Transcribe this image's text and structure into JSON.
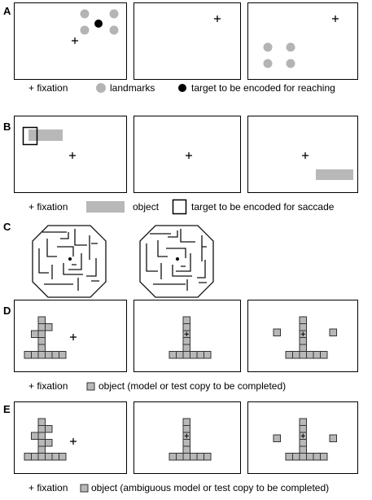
{
  "panels": {
    "A": {
      "label": "A",
      "legend": {
        "fixation": "+ fixation",
        "landmarks": "landmarks",
        "target": "target to be encoded for reaching"
      }
    },
    "B": {
      "label": "B",
      "legend": {
        "fixation": "+ fixation",
        "object": "object",
        "target": "target to be encoded for saccade"
      }
    },
    "C": {
      "label": "C"
    },
    "D": {
      "label": "D",
      "legend": {
        "fixation": "+ fixation",
        "object": "object (model or test copy to be completed)"
      }
    },
    "E": {
      "label": "E",
      "legend": {
        "fixation": "+ fixation",
        "object": "object (ambiguous model or test copy to be completed)"
      }
    }
  },
  "colors": {
    "landmark": "#b4b4b4",
    "target_dot": "#000000",
    "object_bar": "#b8b8b8",
    "block_fill": "#b8b8b8",
    "frame": "#000000"
  },
  "icons": [
    "fixation-cross-icon",
    "landmark-dot-icon",
    "target-dot-icon",
    "object-bar-icon",
    "target-box-icon",
    "block-icon",
    "maze-icon"
  ]
}
